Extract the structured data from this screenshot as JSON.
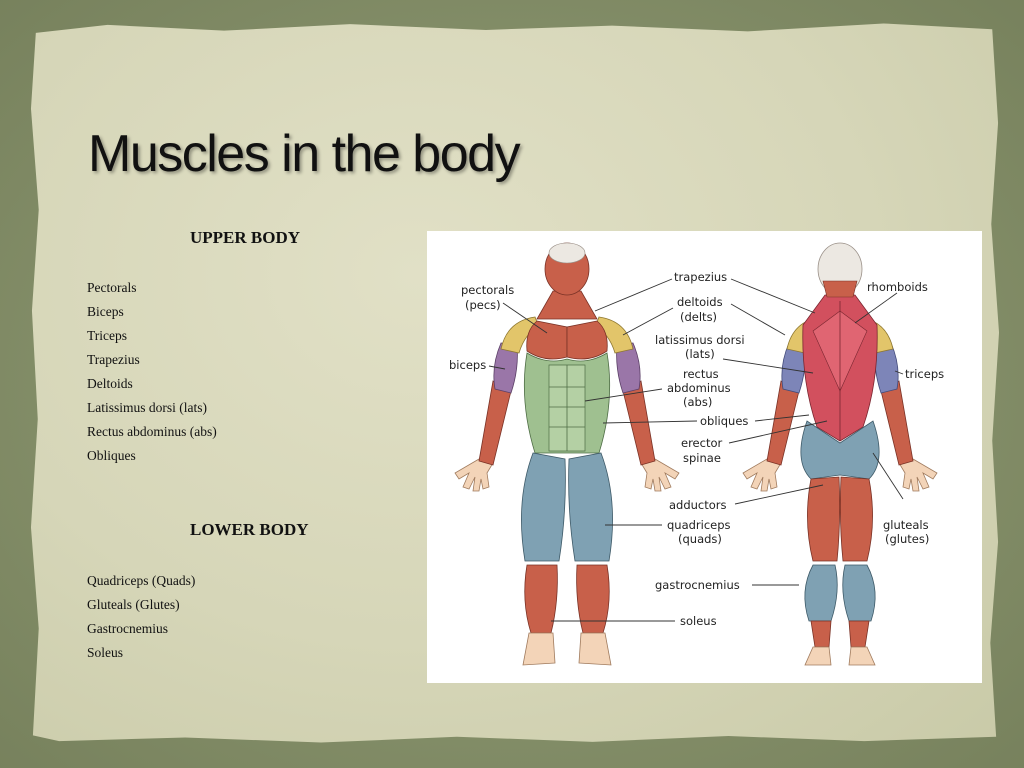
{
  "slide": {
    "title": "Muscles in the body",
    "upper": {
      "heading": "UPPER BODY",
      "items": [
        "Pectorals",
        "Biceps",
        "Triceps",
        "Trapezius",
        "Deltoids",
        "Latissimus dorsi (lats)",
        "Rectus abdominus (abs)",
        "Obliques"
      ]
    },
    "lower": {
      "heading": "LOWER BODY",
      "items": [
        "Quadriceps (Quads)",
        "Gluteals (Glutes)",
        "Gastrocnemius",
        "Soleus"
      ]
    }
  },
  "figure": {
    "labels": {
      "pectorals_1": "pectorals",
      "pectorals_2": "(pecs)",
      "biceps": "biceps",
      "trapezius": "trapezius",
      "deltoids_1": "deltoids",
      "deltoids_2": "(delts)",
      "lats_1": "latissimus dorsi",
      "lats_2": "(lats)",
      "rectus_1": "rectus",
      "rectus_2": "abdominus",
      "rectus_3": "(abs)",
      "obliques": "obliques",
      "erector_1": "erector",
      "erector_2": "spinae",
      "adductors": "adductors",
      "quadriceps_1": "quadriceps",
      "quadriceps_2": "(quads)",
      "gastrocnemius": "gastrocnemius",
      "soleus": "soleus",
      "rhomboids": "rhomboids",
      "triceps": "triceps",
      "gluteals_1": "gluteals",
      "gluteals_2": "(glutes)"
    },
    "colors": {
      "muscle": "#c8604a",
      "deltoid": "#e2c56a",
      "abs": "#9fc090",
      "leg": "#7fa1b3",
      "skin": "#f3d4b8",
      "back": "#d2505e"
    }
  }
}
